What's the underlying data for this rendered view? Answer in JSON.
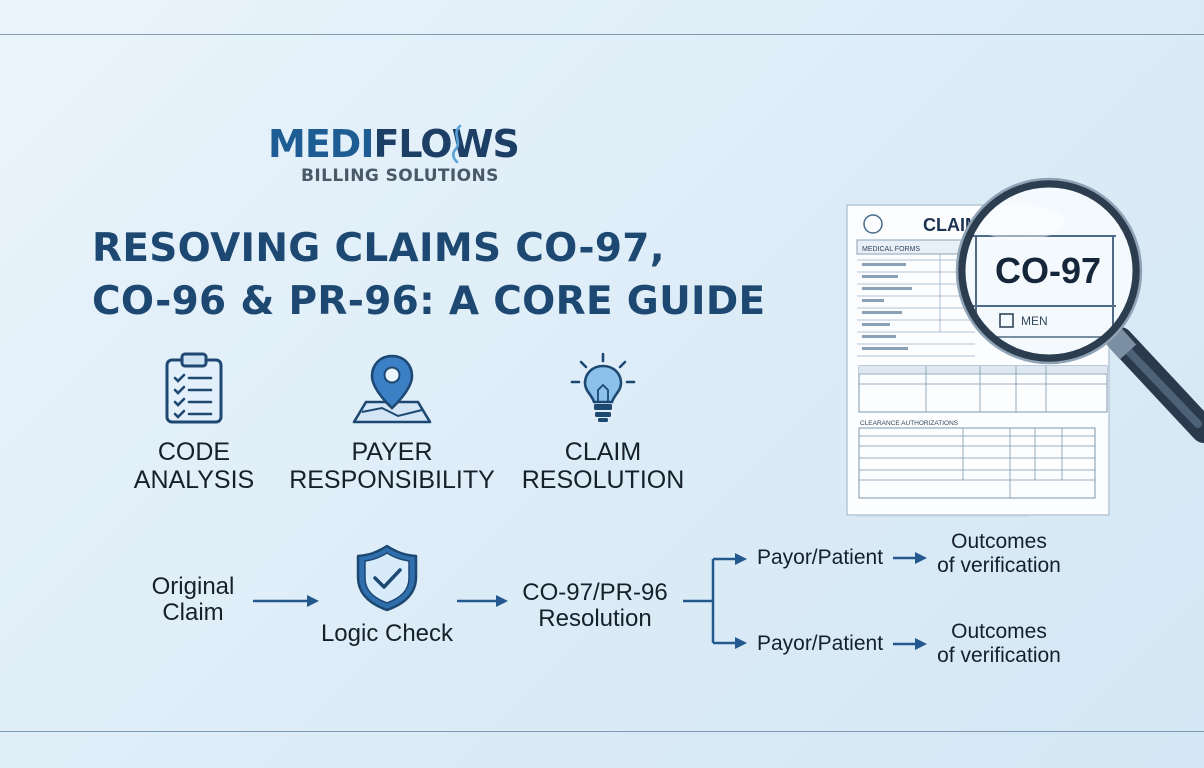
{
  "brand": {
    "name_part1": "MEDI",
    "name_part2": "FLOWS",
    "tagline": "BILLING SOLUTIONS"
  },
  "title": {
    "line1": "RESOVING CLAIMS CO-97,",
    "line2": "CO-96 & PR-96: A CORE GUIDE"
  },
  "features": [
    {
      "icon": "clipboard-checklist-icon",
      "line1": "CODE",
      "line2": "ANALYSIS"
    },
    {
      "icon": "map-pin-icon",
      "line1": "PAYER",
      "line2": "RESPONSIBILITY"
    },
    {
      "icon": "lightbulb-icon",
      "line1": "CLAIM",
      "line2": "RESOLUTION"
    }
  ],
  "flow": {
    "start_line1": "Original",
    "start_line2": "Claim",
    "check": "Logic Check",
    "resolution_line1": "CO-97/PR-96",
    "resolution_line2": "Resolution",
    "branch_top": "Payor/Patient",
    "branch_bottom": "Payor/Patient",
    "outcome_top_line1": "Outcomes",
    "outcome_top_line2": "of verification",
    "outcome_bottom_line1": "Outcomes",
    "outcome_bottom_line2": "of verification"
  },
  "form": {
    "header": "CLAIM",
    "section1": "MEDICAL FORMS",
    "section2": "CLEARANCE AUTHORIZATIONS",
    "magnified_code": "CO-97",
    "magnified_checkbox_label": "MEN"
  },
  "colors": {
    "title": "#1d4872",
    "brand": "#1e5d94",
    "accent_icon": "#3b7fc4",
    "arrow": "#23598f"
  }
}
